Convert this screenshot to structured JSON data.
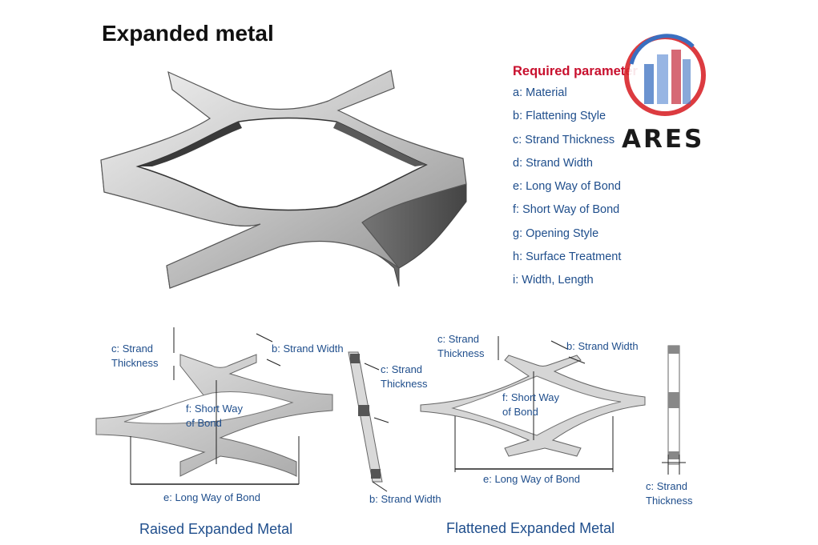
{
  "title": "Expanded metal",
  "parameters": {
    "heading": "Required parameter",
    "items": [
      "a: Material",
      "b: Flattening Style",
      "c: Strand Thickness",
      "d: Strand Width",
      "e: Long Way of Bond",
      "f: Short Way of Bond",
      "g: Opening Style",
      "h: Surface Treatment",
      "i: Width, Length"
    ]
  },
  "logo": {
    "text": "ARES",
    "colors": {
      "ring": "#d9262c",
      "building": "#3a6fc0",
      "text": "#1a1a1a"
    }
  },
  "raised": {
    "caption": "Raised Expanded Metal",
    "strand_thickness": "c: Strand\nThickness",
    "strand_width": "b: Strand Width",
    "short_way": "f: Short Way\nof Bond",
    "long_way": "e: Long Way of Bond",
    "side_strand_thickness": "c: Strand\nThickness",
    "side_strand_width": "b: Strand Width"
  },
  "flattened": {
    "caption": "Flattened Expanded Metal",
    "strand_thickness": "c: Strand\nThickness",
    "strand_width": "b: Strand Width",
    "short_way": "f: Short Way\nof Bond",
    "long_way": "e: Long Way of Bond",
    "side_strand_thickness": "c: Strand\nThickness"
  },
  "colors": {
    "label": "#1f4e8c",
    "heading": "#c8102e",
    "metal": "#b9b9b9"
  }
}
